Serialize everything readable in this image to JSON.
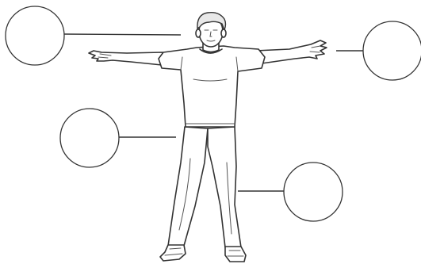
{
  "diagram": {
    "figure": "boy-standing-arms-outstretched",
    "labels": [
      {
        "id": "label-head",
        "text": ""
      },
      {
        "id": "label-right-hand",
        "text": ""
      },
      {
        "id": "label-waist",
        "text": ""
      },
      {
        "id": "label-leg",
        "text": ""
      }
    ],
    "colors": {
      "line": "#333333",
      "background": "#ffffff"
    }
  }
}
